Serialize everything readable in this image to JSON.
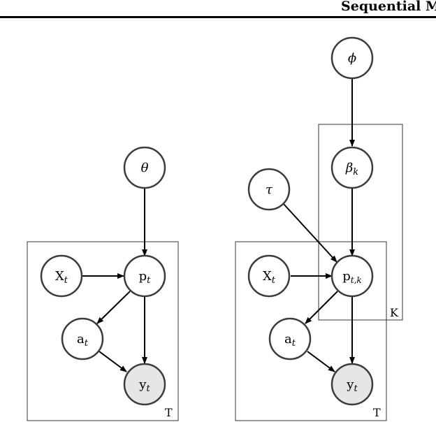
{
  "header": {
    "title": "Sequential M"
  },
  "left_model": {
    "plate_label": "T",
    "nodes": {
      "theta": {
        "base": "θ",
        "sub": ""
      },
      "x": {
        "base": "X",
        "sub": "t"
      },
      "p": {
        "base": "p",
        "sub": "t"
      },
      "a": {
        "base": "a",
        "sub": "t"
      },
      "y": {
        "base": "y",
        "sub": "t"
      }
    }
  },
  "right_model": {
    "plate_t_label": "T",
    "plate_k_label": "K",
    "nodes": {
      "phi": {
        "base": "ϕ",
        "sub": ""
      },
      "beta": {
        "base": "β",
        "sub": "k"
      },
      "tau": {
        "base": "τ",
        "sub": ""
      },
      "x": {
        "base": "X",
        "sub": "t"
      },
      "p": {
        "base": "p",
        "sub": "t,k"
      },
      "a": {
        "base": "a",
        "sub": "t"
      },
      "y": {
        "base": "y",
        "sub": "t"
      }
    }
  },
  "colors": {
    "node_stroke": "#3c3c3c",
    "observed_fill": "#e6e6e6",
    "edge": "#000000"
  }
}
